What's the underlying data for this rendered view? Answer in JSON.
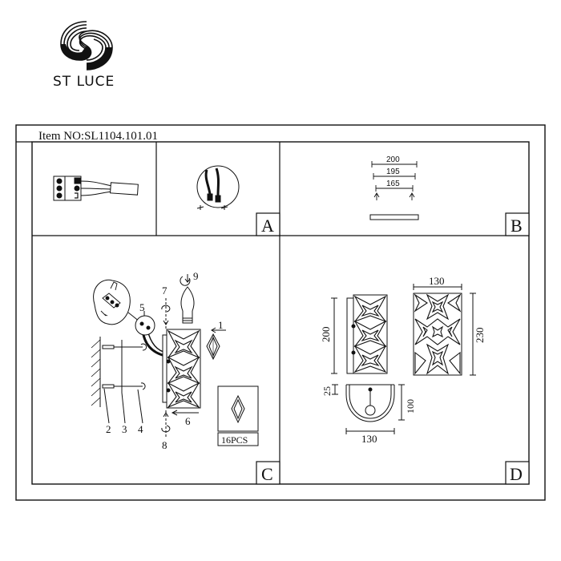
{
  "brand": {
    "name": "ST LUCE",
    "logo_icon": "spiral-swirl-logo"
  },
  "sheet": {
    "item_no": "Item NO:SL1104.101.01",
    "panels": {
      "a": {
        "letter": "A"
      },
      "b": {
        "letter": "B",
        "dims": [
          "200",
          "195",
          "165"
        ]
      },
      "c": {
        "letter": "C",
        "callouts": [
          "1",
          "2",
          "3",
          "4",
          "5",
          "6",
          "7",
          "8",
          "9"
        ],
        "crystal_count": "16PCS"
      },
      "d": {
        "letter": "D",
        "dims": {
          "side_height": "200",
          "front_width": "130",
          "front_height": "230",
          "top_offset": "25",
          "top_depth": "100",
          "top_width": "130"
        }
      }
    }
  }
}
